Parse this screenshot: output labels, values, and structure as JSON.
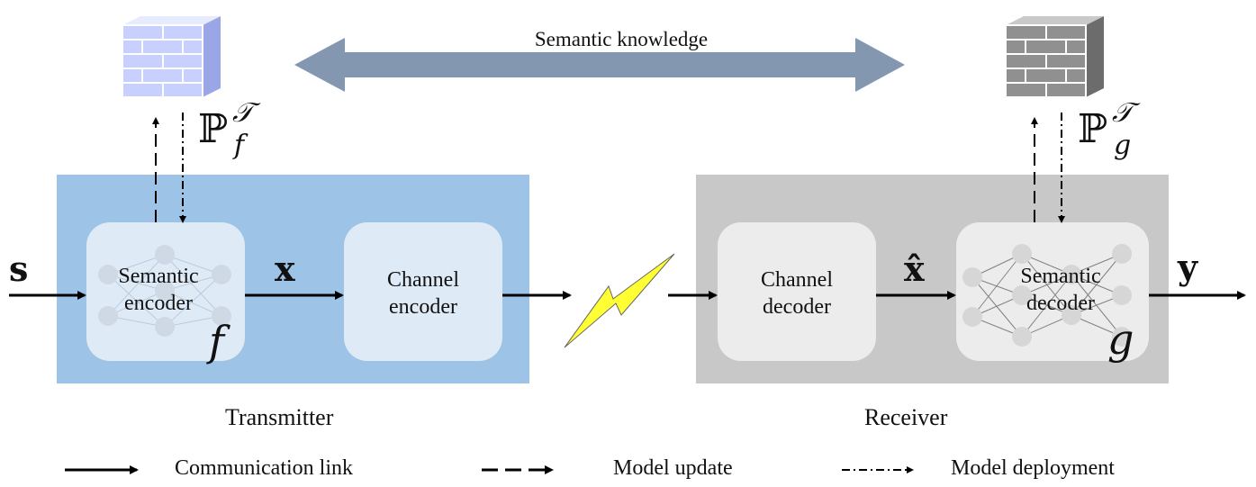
{
  "semantic_knowledge": "Semantic knowledge",
  "transmitter": {
    "caption": "Transmitter",
    "encoder_line1": "Semantic",
    "encoder_line2": "encoder",
    "channel_line1": "Channel",
    "channel_line2": "encoder",
    "func": "f",
    "kb_prefix": "ℙ",
    "kb_sup": "𝒯",
    "kb_sub": "f"
  },
  "receiver": {
    "caption": "Receiver",
    "channel_line1": "Channel",
    "channel_line2": "decoder",
    "decoder_line1": "Semantic",
    "decoder_line2": "decoder",
    "func": "g",
    "kb_prefix": "ℙ",
    "kb_sup": "𝒯",
    "kb_sub": "g"
  },
  "signals": {
    "input": "s",
    "tx": "x",
    "rx": "x̂",
    "output": "y"
  },
  "legend": {
    "communication": "Communication link",
    "update": "Model update",
    "deployment": "Model deployment"
  },
  "colors": {
    "tx_panel": "#9dc3e6",
    "rx_panel": "#c8c8c8",
    "tx_box": "#deebf7",
    "rx_box": "#ececec",
    "arrow_knowledge": "#8497b0",
    "lightning": "#ffff33"
  }
}
